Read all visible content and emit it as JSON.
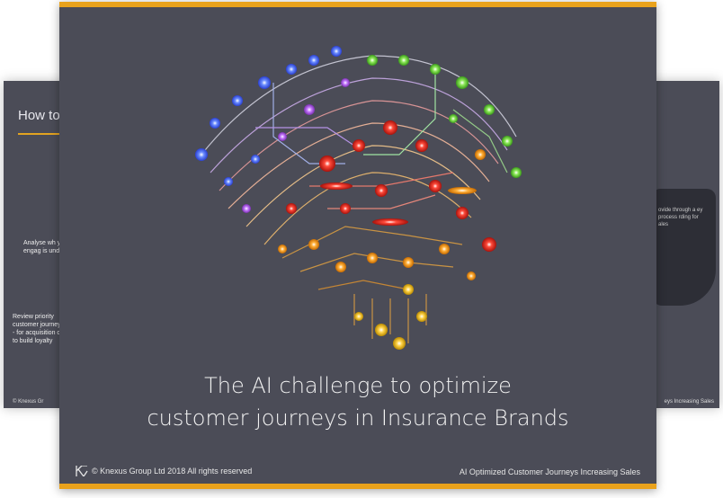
{
  "left_slide": {
    "title": "How to",
    "text1": "Analyse wh your engag is underpe",
    "text2": "Review priority customer journeys - for acquisition or to build loyalty",
    "footer": "© Knexus Gr"
  },
  "right_slide": {
    "text": "ovide through a ey process rding for ales",
    "footer": "eys Increasing Sales"
  },
  "front_slide": {
    "headline_line1": "The AI challenge to optimize",
    "headline_line2": "customer journeys in Insurance Brands",
    "footer_left": "© Knexus Group Ltd 2018 All rights reserved",
    "footer_right": "AI Optimized Customer Journeys Increasing Sales",
    "logo_icon": "knexus-k-logo-icon"
  },
  "colors": {
    "slide_bg": "#4b4c57",
    "accent": "#e9a21c"
  }
}
